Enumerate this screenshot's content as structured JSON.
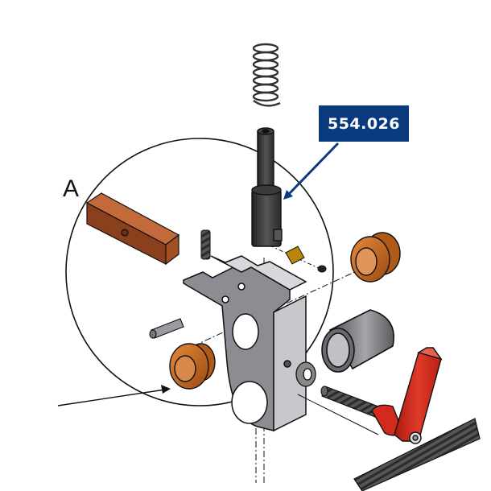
{
  "diagram": {
    "type": "exploded-assembly-view",
    "callout": {
      "label": "554.026",
      "background": "#0a3a7e",
      "text_color": "#ffffff"
    },
    "detail_label": "A",
    "parts": [
      {
        "name": "compression-spring",
        "color": "#555555"
      },
      {
        "name": "threaded-shaft-554.026",
        "color": "#333333"
      },
      {
        "name": "brass-slider-block",
        "color": "#a0522d"
      },
      {
        "name": "set-screw",
        "color": "#222222"
      },
      {
        "name": "square-nut-insert",
        "color": "#b8860b"
      },
      {
        "name": "small-screw",
        "color": "#222222"
      },
      {
        "name": "bracket-body",
        "color": "#9a9a9e"
      },
      {
        "name": "bronze-flange-bushing-left",
        "color": "#c8651e"
      },
      {
        "name": "bronze-flange-bushing-right",
        "color": "#c8651e"
      },
      {
        "name": "dowel-pin",
        "color": "#8a8a90"
      },
      {
        "name": "steel-sleeve",
        "color": "#6a6a6e"
      },
      {
        "name": "washer",
        "color": "#888888"
      },
      {
        "name": "threaded-stud",
        "color": "#666666"
      },
      {
        "name": "clamping-lever",
        "color": "#d42a1e"
      },
      {
        "name": "lead-screw",
        "color": "#444444"
      }
    ],
    "colors": {
      "callout_blue": "#0a3a7e",
      "bronze": "#c8651e",
      "steel": "#9a9a9e",
      "lever_red": "#d42a1e",
      "outline": "#111111"
    }
  }
}
